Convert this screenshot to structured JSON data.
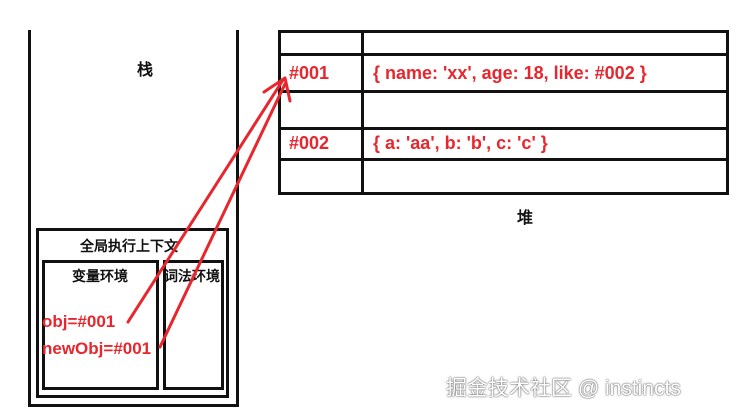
{
  "stack": {
    "title": "栈",
    "global_context_label": "全局执行上下文",
    "variable_env_label": "变量环境",
    "lexical_env_label": "词法环境",
    "variables": [
      "obj=#001",
      "newObj=#001"
    ]
  },
  "heap": {
    "title": "堆",
    "rows": [
      {
        "address": "",
        "value": ""
      },
      {
        "address": "#001",
        "value": "{ name: 'xx', age: 18, like: #002 }"
      },
      {
        "address": "",
        "value": ""
      },
      {
        "address": "#002",
        "value": "{ a: 'aa', b: 'b', c: 'c' }"
      },
      {
        "address": "",
        "value": ""
      }
    ]
  },
  "watermark": "掘金技术社区 @ instincts",
  "colors": {
    "accent_red": "#e8262d",
    "line": "#111111"
  }
}
